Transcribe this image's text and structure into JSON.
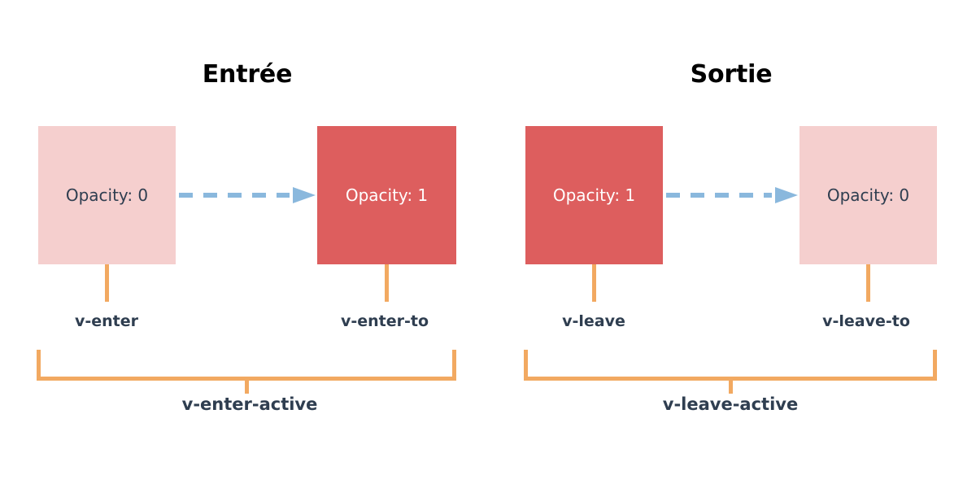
{
  "diagram": {
    "background": "#ffffff",
    "colors": {
      "box_pale": "#f5cfce",
      "box_solid": "#dd5e5e",
      "arrow": "#8ab8dd",
      "bracket": "#f2a961",
      "label_text": "#2f3e50",
      "title_text": "#000000",
      "box_solid_text": "#ffffff"
    }
  },
  "panels": [
    {
      "id": "entree",
      "title": "Entrée",
      "from_box": {
        "label": "Opacity: 0",
        "style": "pale",
        "class_name": "v-enter"
      },
      "to_box": {
        "label": "Opacity: 1",
        "style": "solid",
        "class_name": "v-enter-to"
      },
      "arrow": {
        "name": "dashed-arrow-right",
        "direction": "right",
        "dash_count": 5
      },
      "active_class": "v-enter-active"
    },
    {
      "id": "sortie",
      "title": "Sortie",
      "from_box": {
        "label": "Opacity: 1",
        "style": "solid",
        "class_name": "v-leave"
      },
      "to_box": {
        "label": "Opacity: 0",
        "style": "pale",
        "class_name": "v-leave-to"
      },
      "arrow": {
        "name": "dashed-arrow-right",
        "direction": "right",
        "dash_count": 4
      },
      "active_class": "v-leave-active"
    }
  ]
}
